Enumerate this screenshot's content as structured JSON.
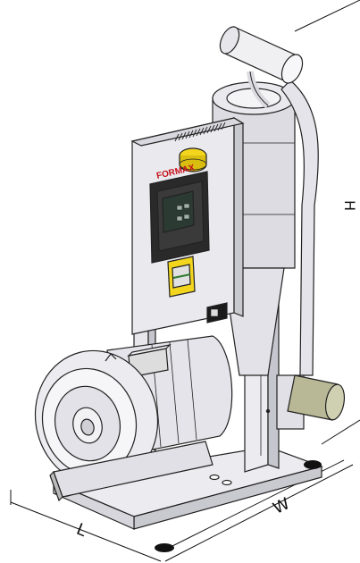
{
  "brand": {
    "logo_text": "FORMAX"
  },
  "dimensions": {
    "height_label": "H",
    "width_label": "W",
    "length_label": "L"
  },
  "colors": {
    "metal": "#e6e6ea",
    "metal_shadow": "#bdbdc4",
    "outline": "#222222",
    "panel_dark": "#2a2a2a",
    "screen": "#2c3a34",
    "indicator_yellow": "#f2d51c",
    "logo_red": "#c4121a",
    "pipe": "#dcdce4",
    "muffler": "#b8b896",
    "foot": "#111111"
  }
}
